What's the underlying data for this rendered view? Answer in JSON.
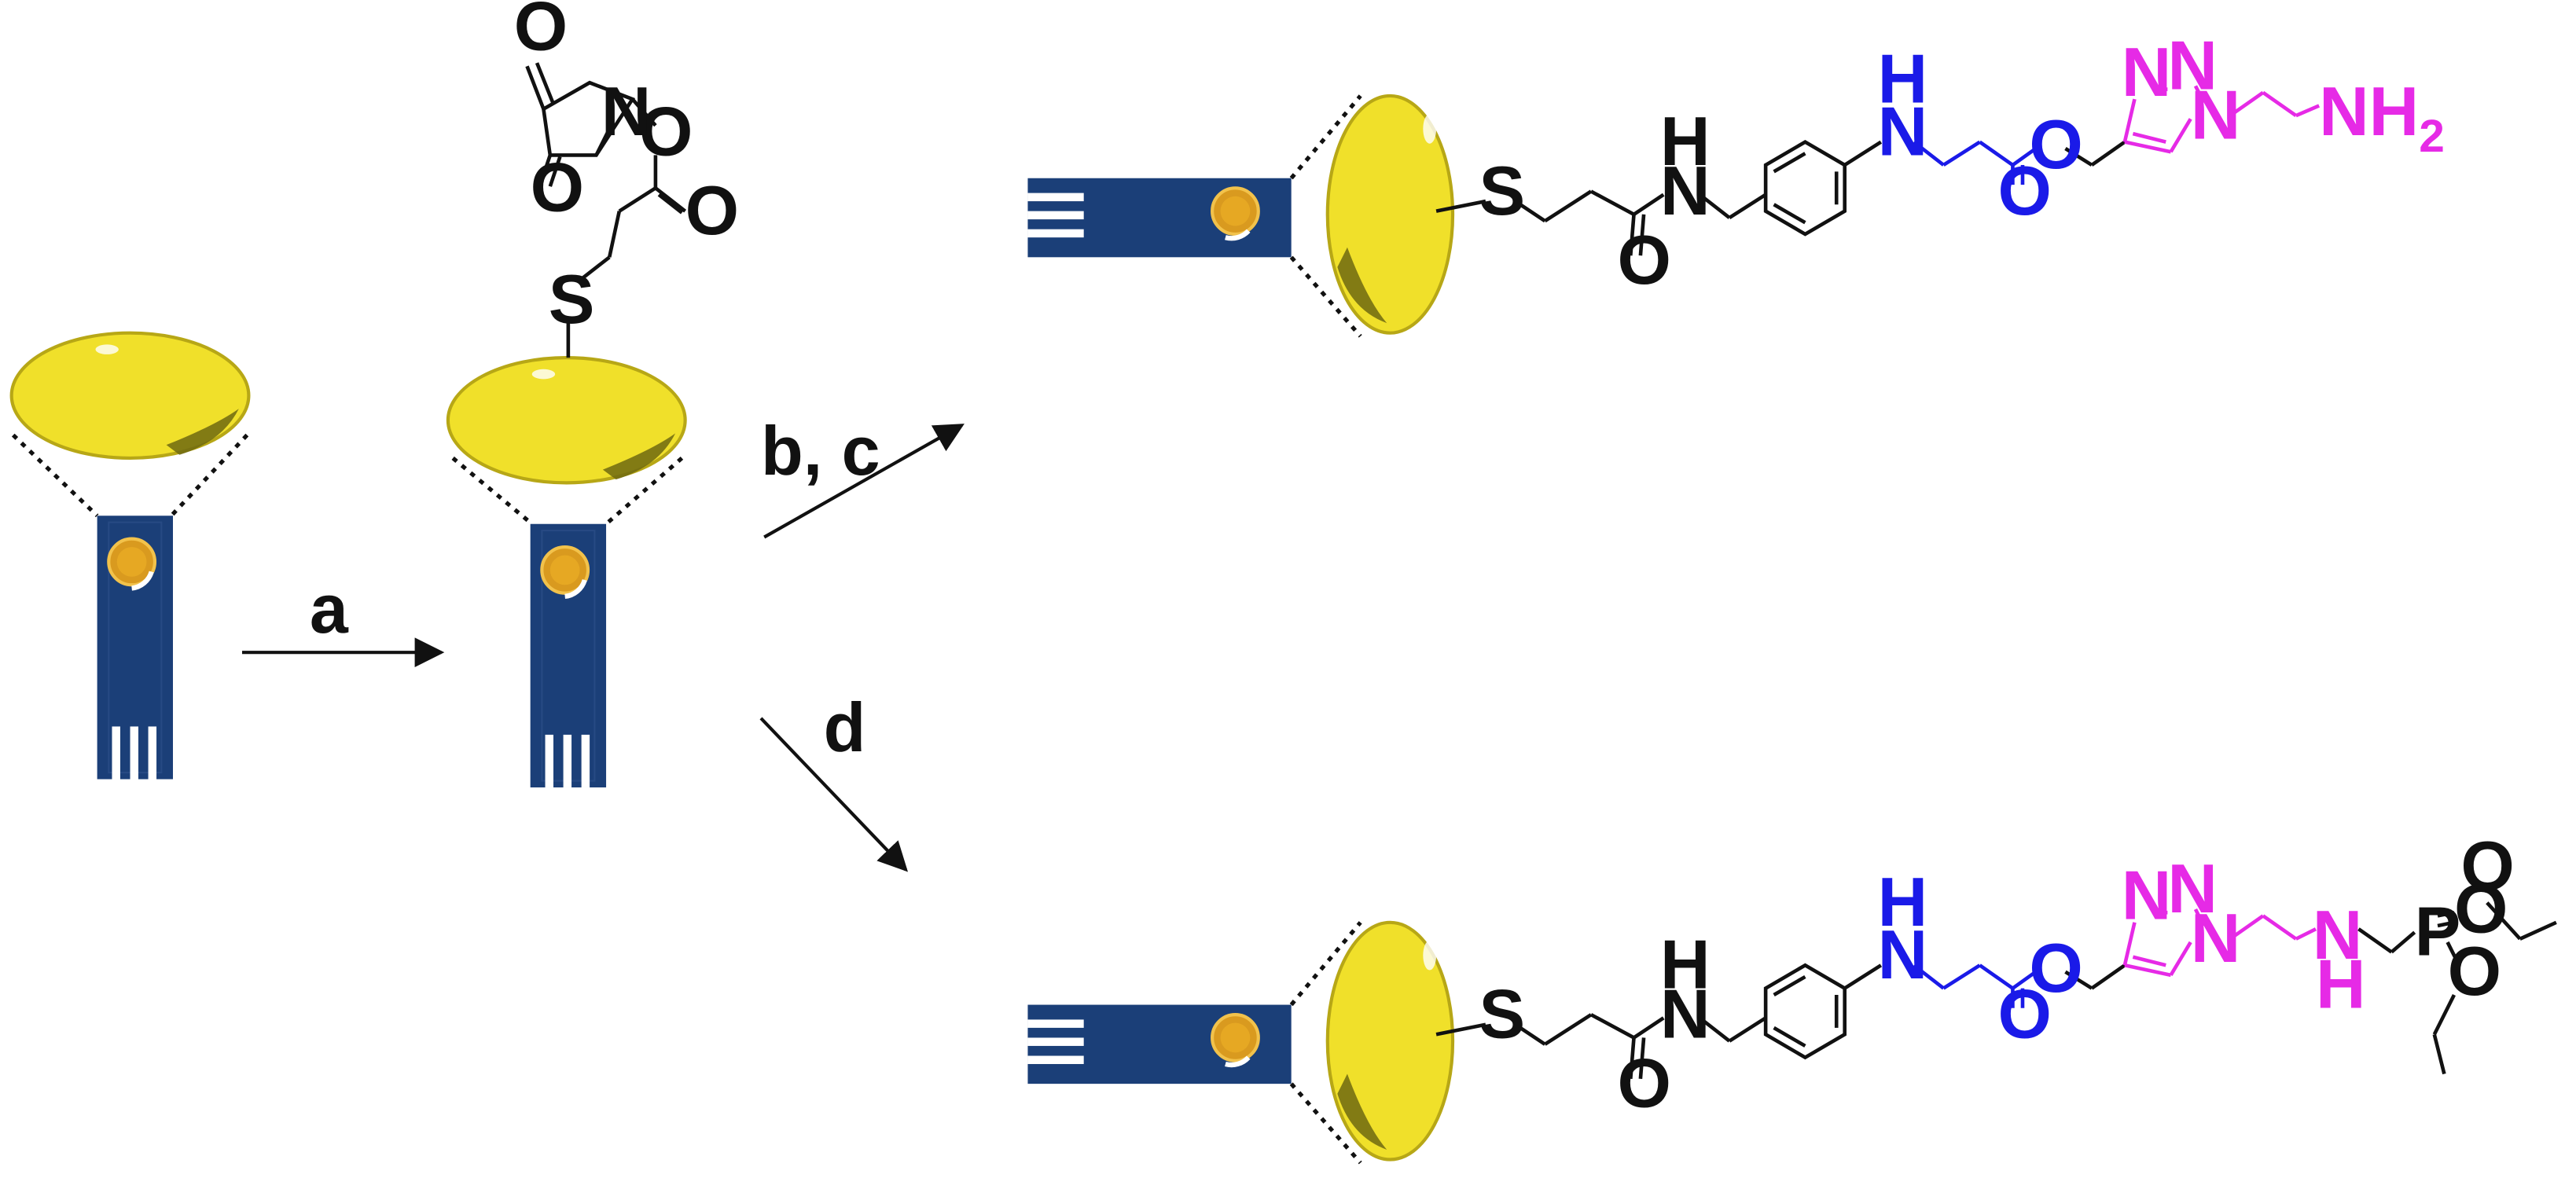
{
  "steps": {
    "a": "a",
    "bc": "b, c",
    "d": "d"
  },
  "atoms": {
    "O": "O",
    "N": "N",
    "S": "S",
    "H": "H",
    "P": "P",
    "N2": "2",
    "NH": "NH",
    "NH2_main": "NH",
    "NH2_sub": "2"
  },
  "colors": {
    "electrode_blue": "#1b3f78",
    "gold": "#f0e02a",
    "gold_edge": "#b7a716",
    "gold_shadow": "#6f6810",
    "linker_blue": "#1a1ae8",
    "triazole_magenta": "#e62ae6",
    "bond_black": "#111111",
    "disk_orange": "#d99a1f"
  },
  "icons": [
    "screen-printed-electrode-icon",
    "gold-nanoparticle-icon",
    "reaction-arrow-icon"
  ]
}
